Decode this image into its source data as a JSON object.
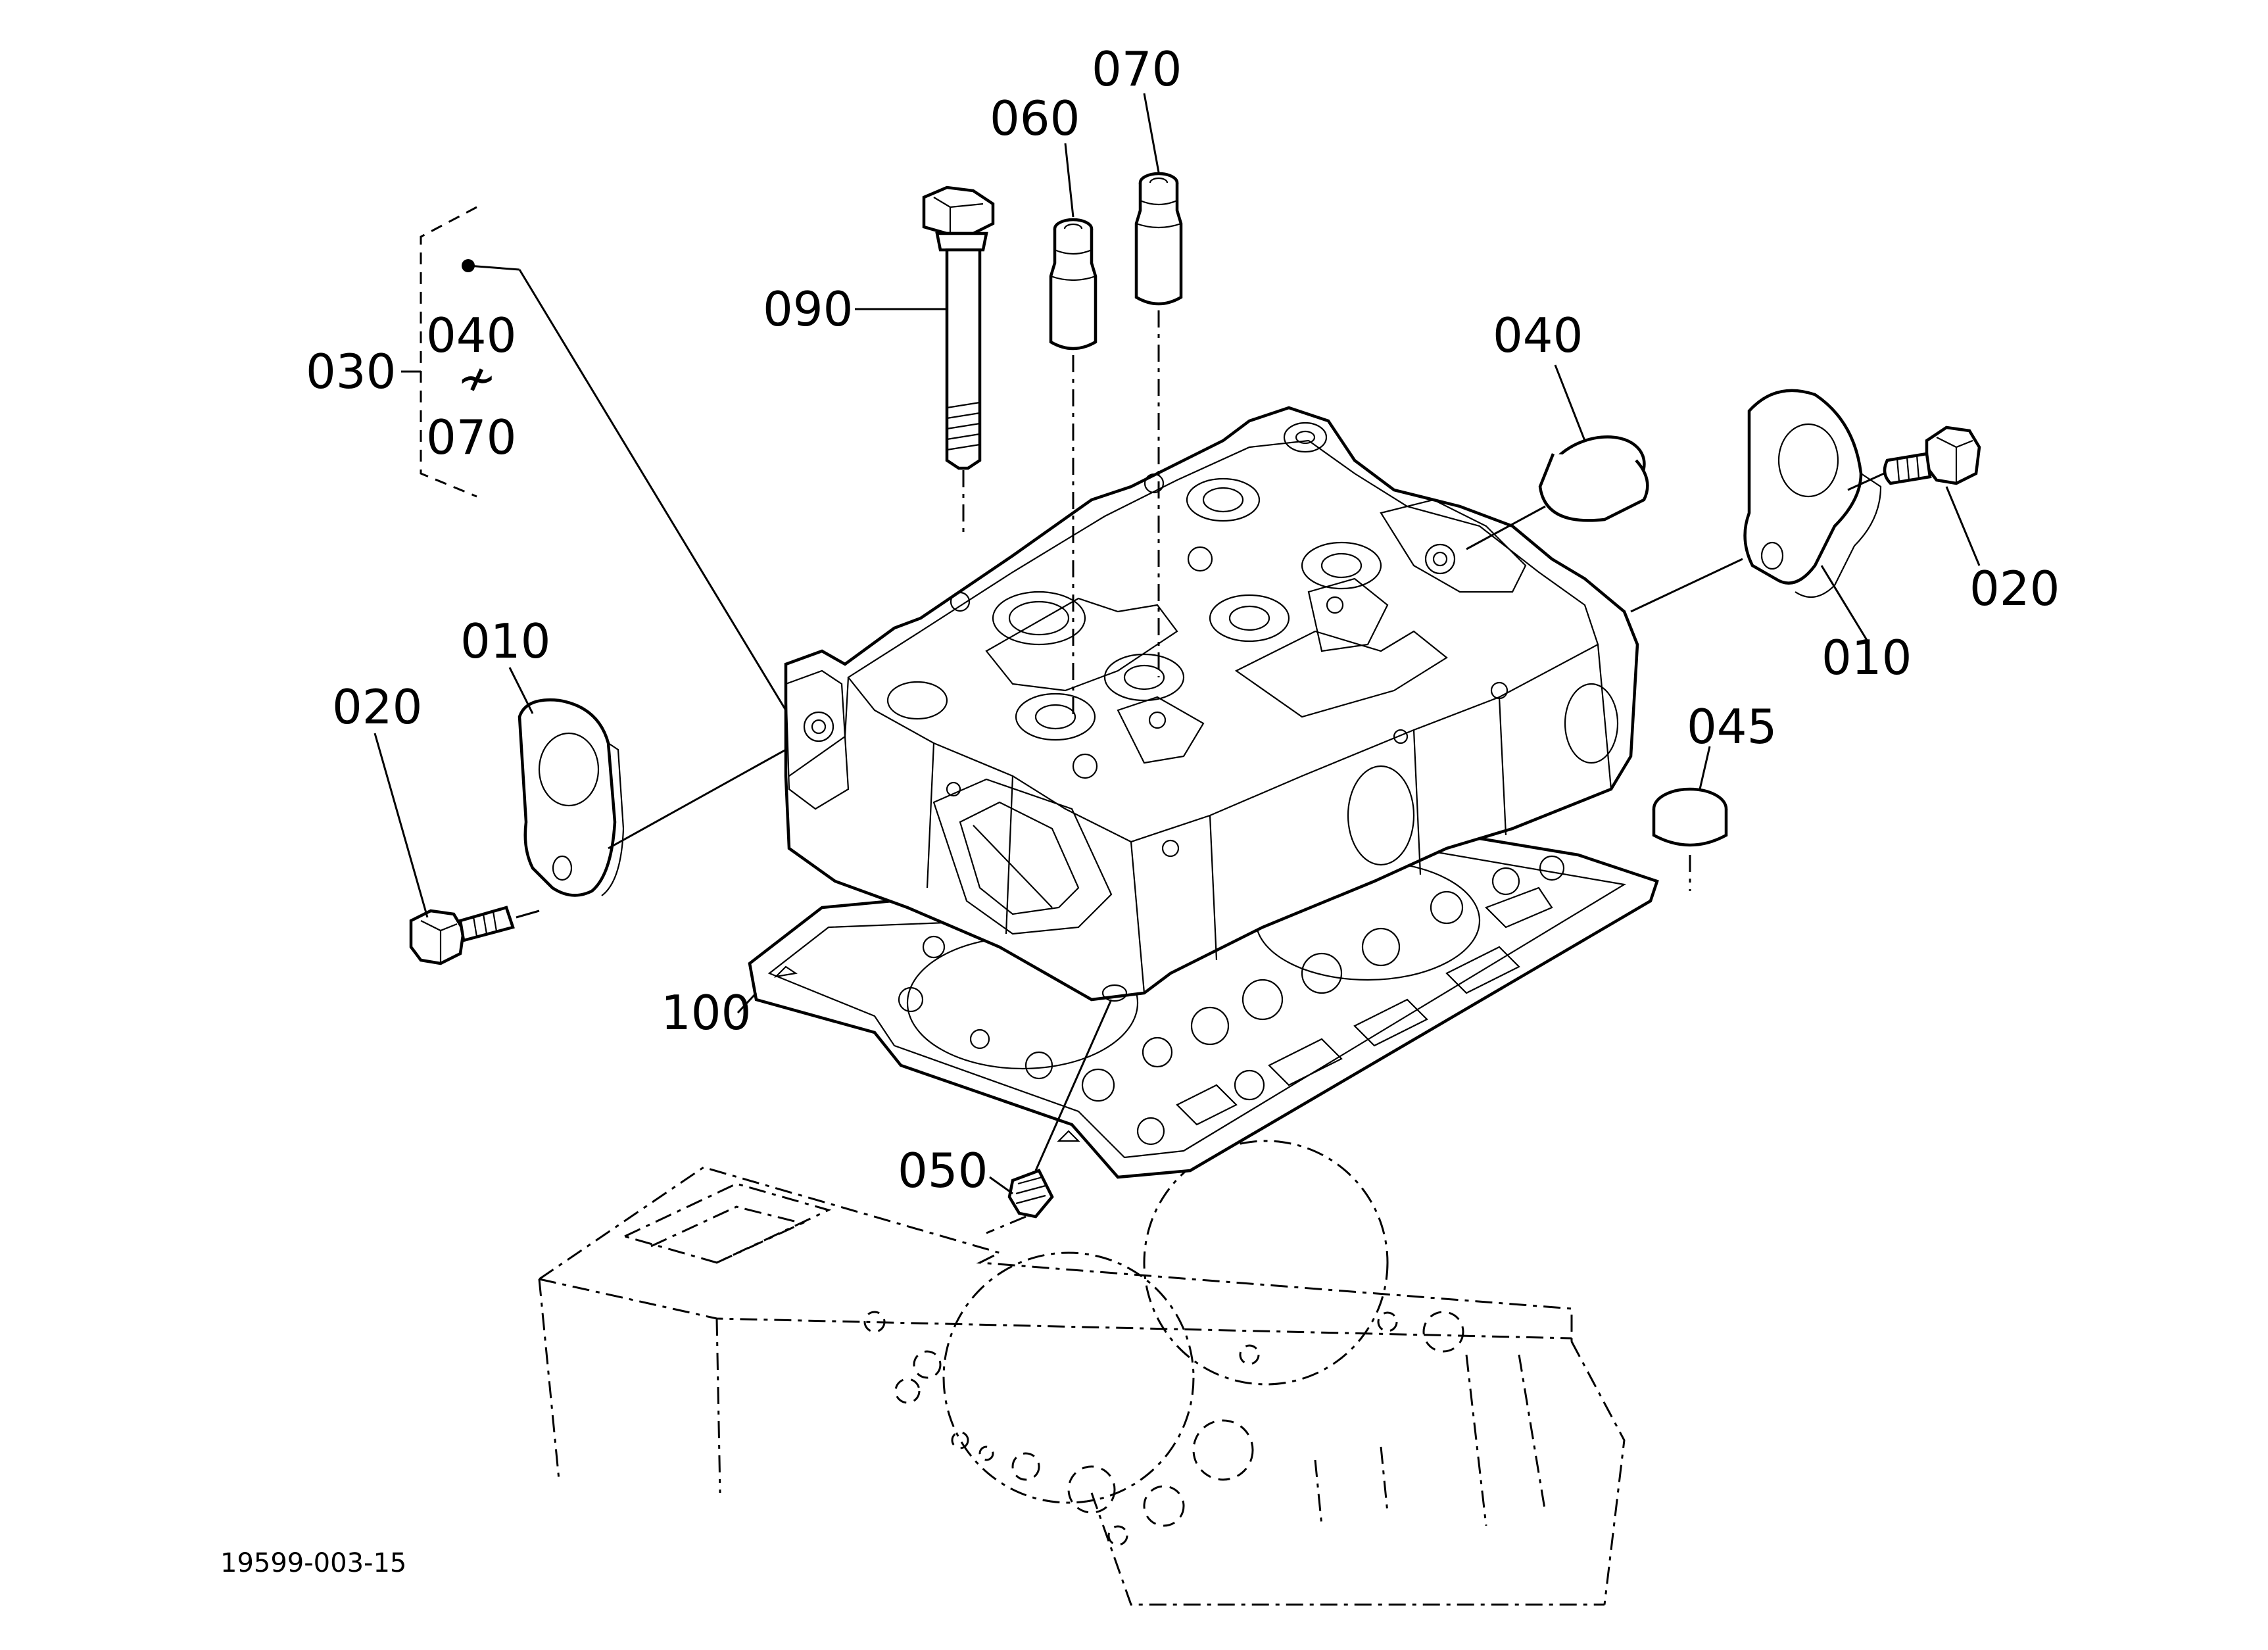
{
  "diagram": {
    "part_labels": {
      "p030": "030",
      "p040_range": "040",
      "p070_range": "070",
      "range_symbol": "≁",
      "p090": "090",
      "p060": "060",
      "p070": "070",
      "p040": "040",
      "p010_left": "010",
      "p020_left": "020",
      "p010_right": "010",
      "p020_right": "020",
      "p045": "045",
      "p100": "100",
      "p050": "050"
    },
    "drawing_number": "19599-003-15"
  }
}
